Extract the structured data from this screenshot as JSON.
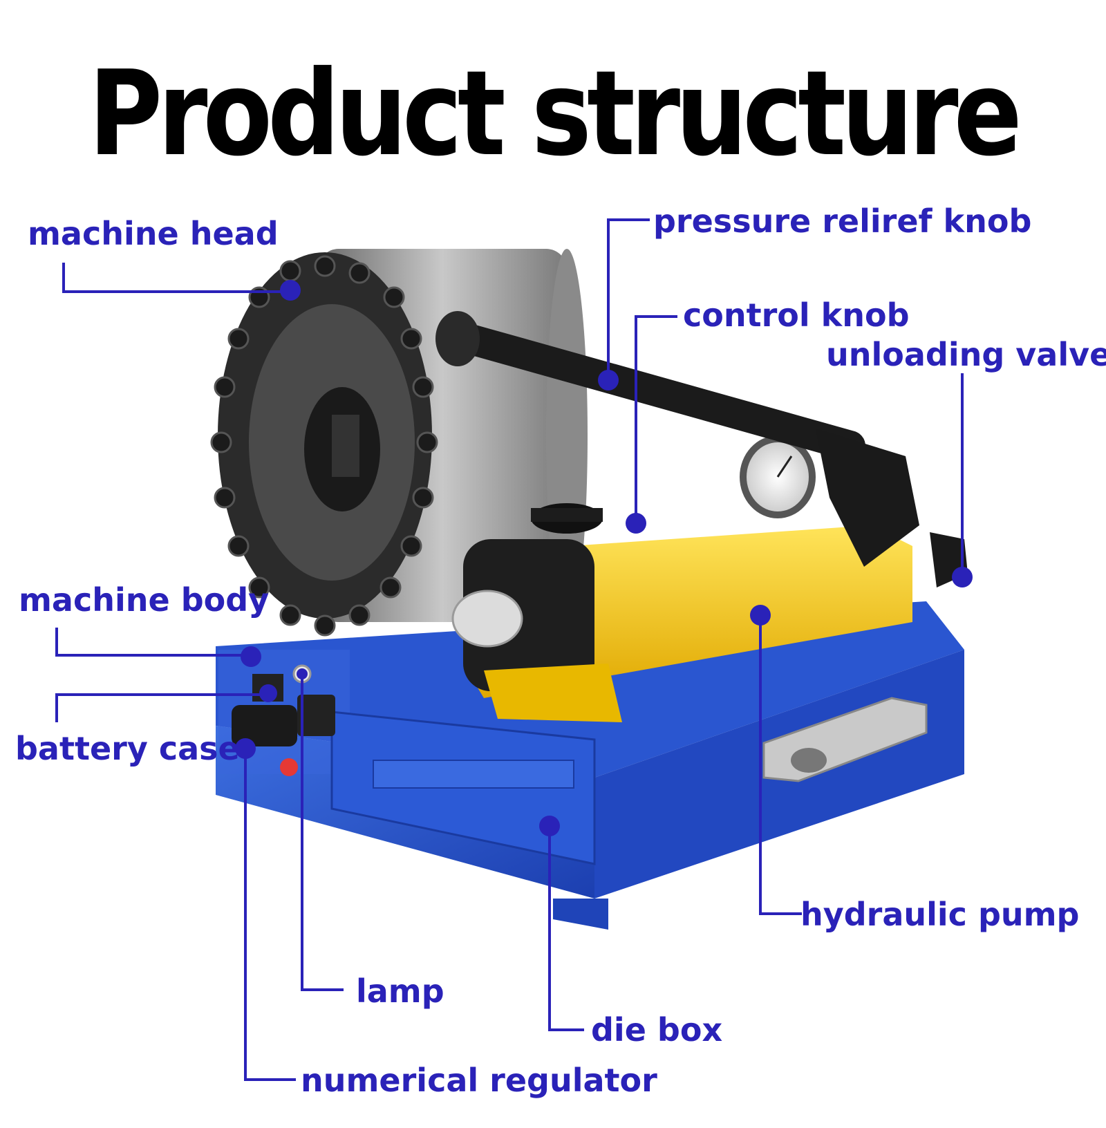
{
  "title": "Product structure",
  "accent_color": "#2a22b8",
  "labels": {
    "machine_head": "machine head",
    "pressure_relief_knob": "pressure reliref knob",
    "control_knob": "control knob",
    "unloading_valve": "unloading valve",
    "machine_body": "machine body",
    "battery_case": "battery case",
    "hydraulic_pump": "hydraulic pump",
    "lamp": "lamp",
    "die_box": "die box",
    "numerical_regulator": "numerical regulator"
  }
}
